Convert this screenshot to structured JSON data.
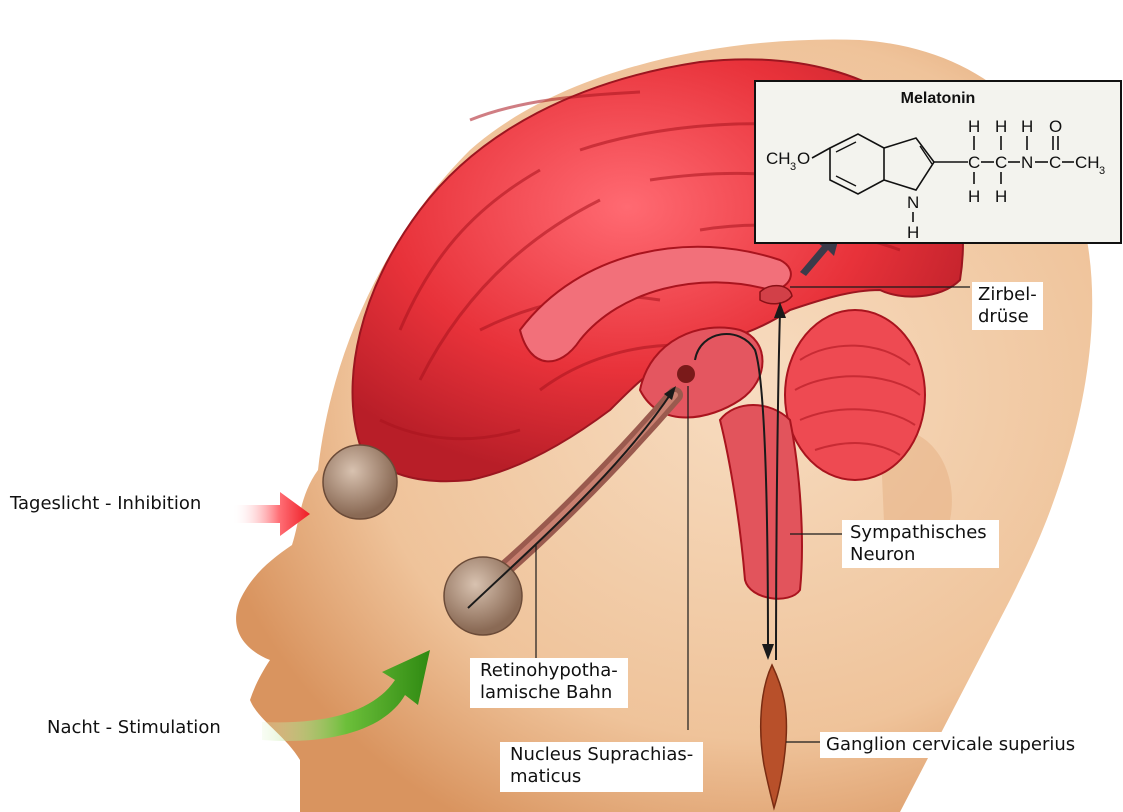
{
  "labels": {
    "daylight": "Tageslicht - Inhibition",
    "night": "Nacht - Stimulation",
    "pineal": [
      "Zirbel-",
      "drüse"
    ],
    "sympathetic": [
      "Sympathisches",
      "Neuron"
    ],
    "retinohypothalamic": [
      "Retinohypotha-",
      "lamische Bahn"
    ],
    "scn": [
      "Nucleus Suprachias-",
      "maticus"
    ],
    "ganglion": "Ganglion cervicale superius"
  },
  "molecule": {
    "title": "Melatonin",
    "ch3o": "CH",
    "ch3o_sub": "3",
    "ch3o_o": "O",
    "atoms": {
      "h": "H",
      "c": "C",
      "n": "N",
      "o": "O",
      "ch3": "CH",
      "ch3_sub": "3"
    }
  },
  "colors": {
    "brain": "#e8323a",
    "brain_dark": "#b81e28",
    "skin": "#f1c9a0",
    "skin_dark": "#d99a6c",
    "inhibition_arrow": "#ee1c24",
    "stimulation_arrow": "#3a9a1a",
    "eye": "#a88770"
  }
}
